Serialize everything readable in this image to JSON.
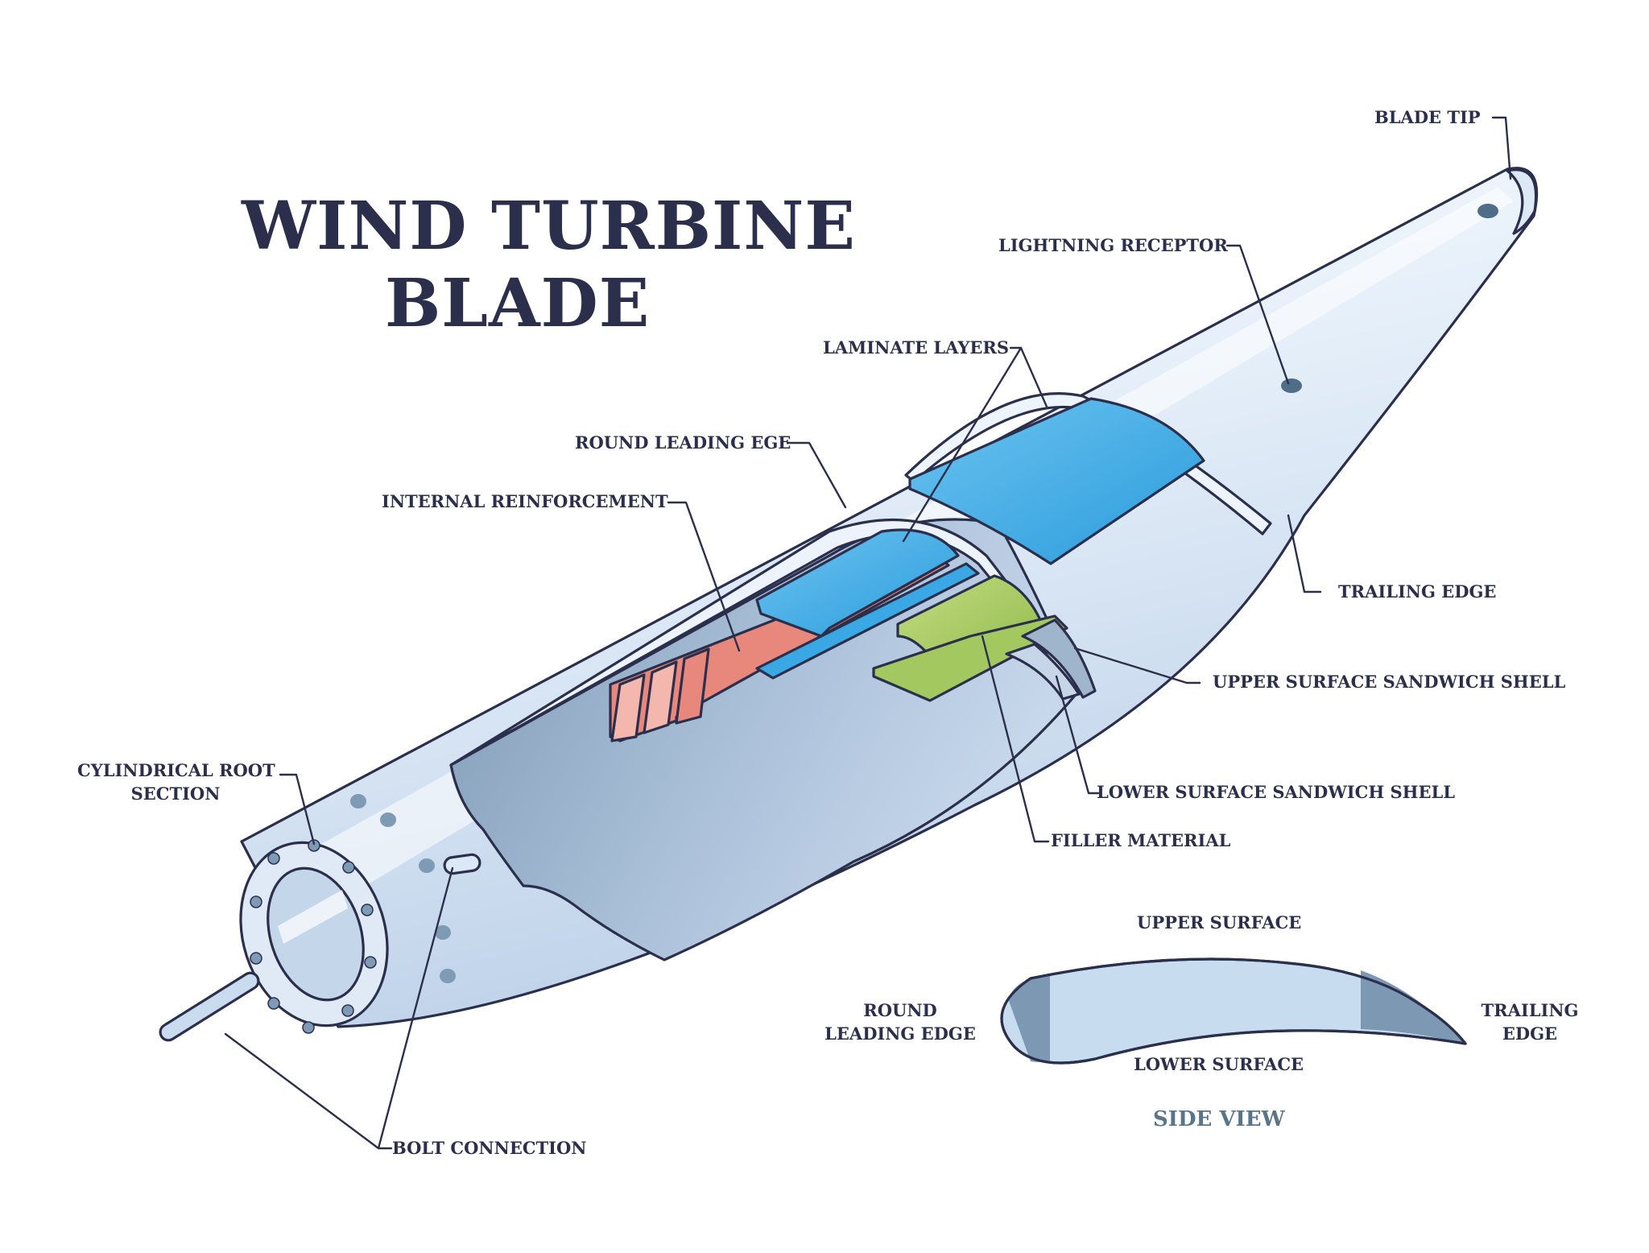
{
  "title": {
    "line1": "WIND TURBINE",
    "line2": "BLADE"
  },
  "labels": {
    "blade_tip": "BLADE TIP",
    "lightning_receptor": "LIGHTNING RECEPTOR",
    "laminate_layers": "LAMINATE LAYERS",
    "round_leading_ege": "ROUND LEADING EGE",
    "internal_reinforcement": "INTERNAL REINFORCEMENT",
    "trailing_edge": "TRAILING EDGE",
    "upper_surface_sandwich_shell": "UPPER SURFACE SANDWICH SHELL",
    "lower_surface_sandwich_shell": "LOWER SURFACE SANDWICH SHELL",
    "filler_material": "FILLER MATERIAL",
    "cylindrical_root_line1": "CYLINDRICAL ROOT",
    "cylindrical_root_line2": "SECTION",
    "bolt_connection": "BOLT CONNECTION"
  },
  "side_view": {
    "caption": "SIDE VIEW",
    "upper_surface": "UPPER SURFACE",
    "lower_surface": "LOWER SURFACE",
    "round_leading_edge_line1": "ROUND",
    "round_leading_edge_line2": "LEADING EDGE",
    "trailing_edge_line1": "TRAILING",
    "trailing_edge_line2": "EDGE"
  },
  "colors": {
    "outline": "#2b2f4c",
    "shell_light": "#dde9f7",
    "shell_mid": "#b9cee6",
    "interior_dark": "#7f9ab4",
    "laminate_blue": "#3aa8e4",
    "reinforcement_pink": "#e8877c",
    "filler_green": "#a3c85f",
    "side_view_caption": "#5a7489"
  }
}
